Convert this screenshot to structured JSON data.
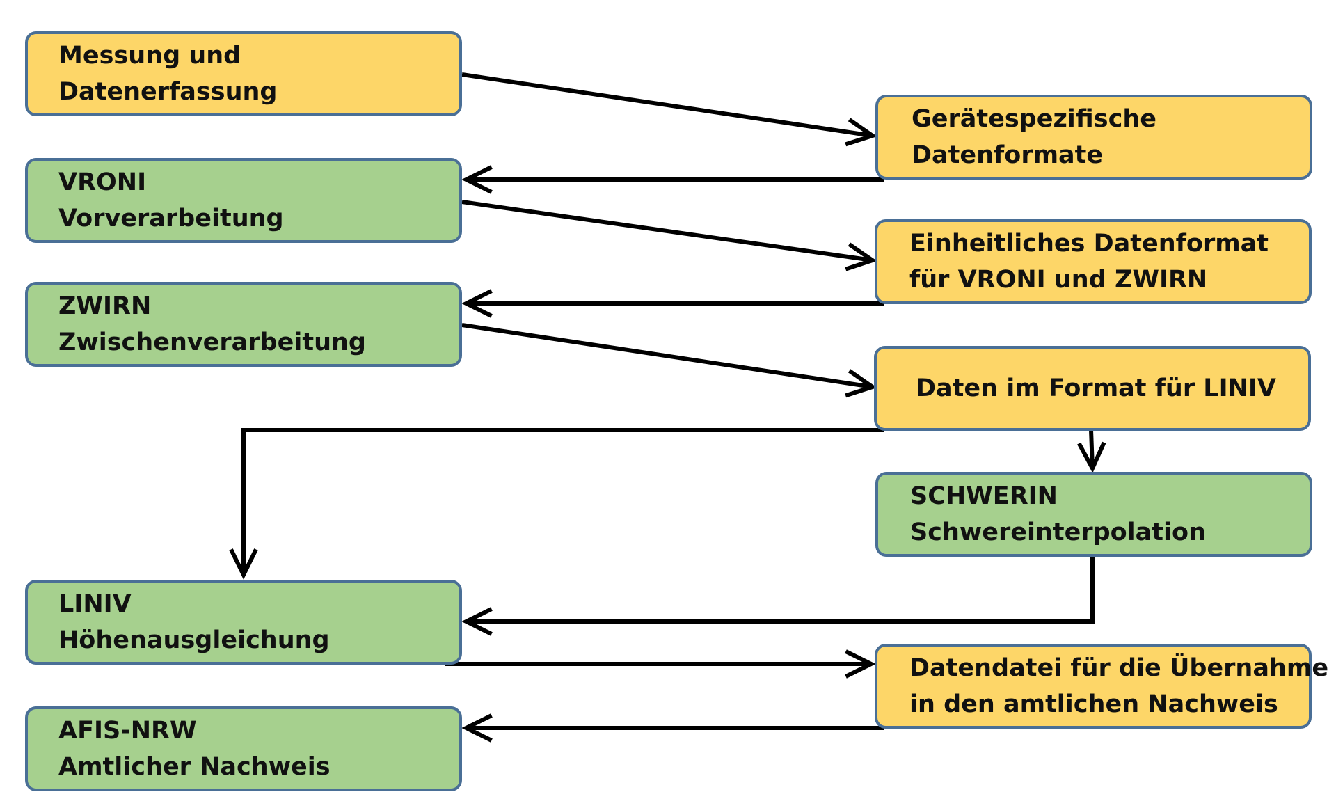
{
  "colors": {
    "data_box": "#fdd668",
    "program_box": "#a6d08e",
    "border": "#4a6f96",
    "arrow": "#000000"
  },
  "nodes": {
    "messung": [
      "Messung und",
      "Datenerfassung"
    ],
    "geraete": [
      "Gerätespezifische",
      "Datenformate"
    ],
    "vroni": [
      "VRONI",
      "Vorverarbeitung"
    ],
    "einheitlich": [
      "Einheitliches Datenformat",
      "für VRONI und ZWIRN"
    ],
    "zwirn": [
      "ZWIRN",
      "Zwischenverarbeitung"
    ],
    "liniv_format": [
      "Daten im Format für LINIV"
    ],
    "schwerin": [
      "SCHWERIN",
      "Schwereinterpolation"
    ],
    "liniv": [
      "LINIV",
      "Höhenausgleichung"
    ],
    "datendatei": [
      "Datendatei für die Übernahme",
      "in den amtlichen Nachweis"
    ],
    "afis": [
      "AFIS-NRW",
      "Amtlicher Nachweis"
    ]
  },
  "edges": [
    [
      "messung",
      "geraete"
    ],
    [
      "geraete",
      "vroni"
    ],
    [
      "vroni",
      "einheitlich"
    ],
    [
      "einheitlich",
      "zwirn"
    ],
    [
      "zwirn",
      "liniv_format"
    ],
    [
      "liniv_format",
      "schwerin"
    ],
    [
      "liniv_format",
      "liniv"
    ],
    [
      "schwerin",
      "liniv"
    ],
    [
      "liniv",
      "datendatei"
    ],
    [
      "datendatei",
      "afis"
    ]
  ]
}
